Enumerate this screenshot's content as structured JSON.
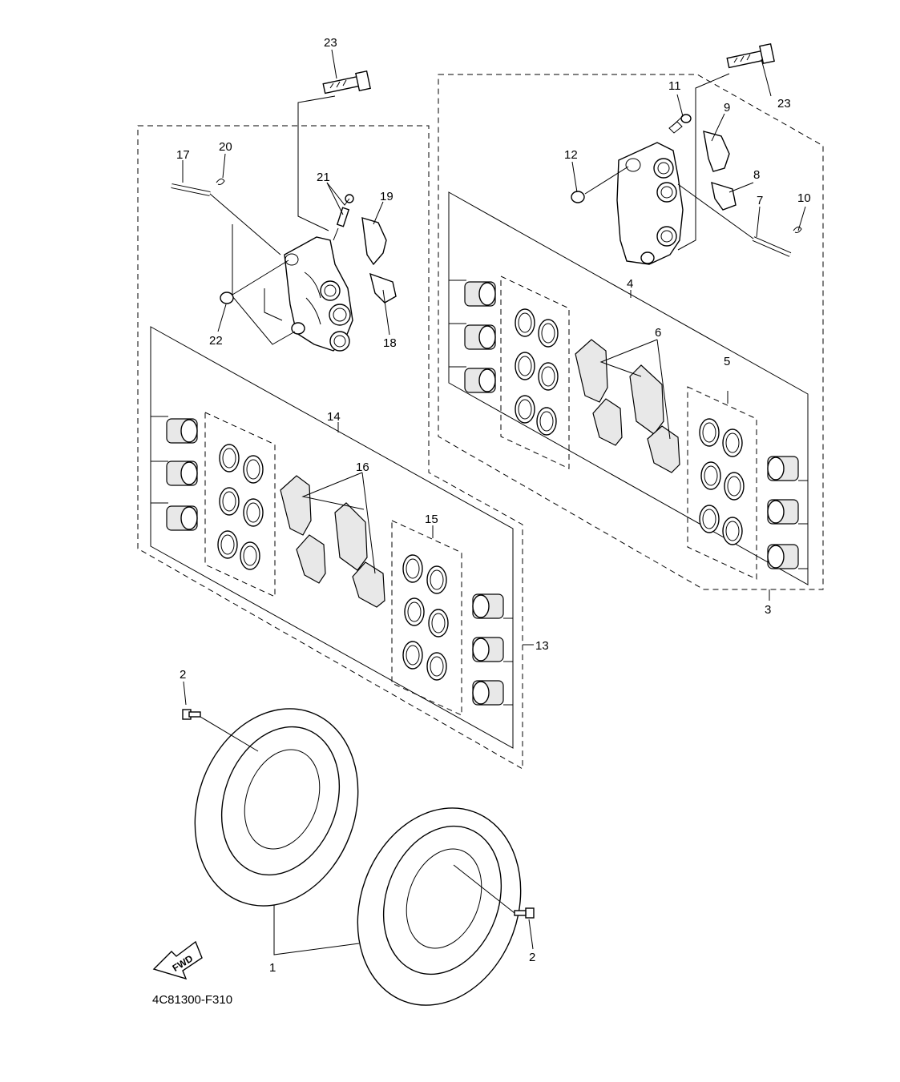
{
  "labels": {
    "l1": "1",
    "l2a": "2",
    "l2b": "2",
    "l3": "3",
    "l4": "4",
    "l5": "5",
    "l6": "6",
    "l7": "7",
    "l8": "8",
    "l9": "9",
    "l10": "10",
    "l11": "11",
    "l12": "12",
    "l13": "13",
    "l14": "14",
    "l15": "15",
    "l16": "16",
    "l17": "17",
    "l18": "18",
    "l19": "19",
    "l20": "20",
    "l21": "21",
    "l22": "22",
    "l23a": "23",
    "l23b": "23"
  },
  "fwd_label": "FWD",
  "diagram_code": "4C81300-F310"
}
